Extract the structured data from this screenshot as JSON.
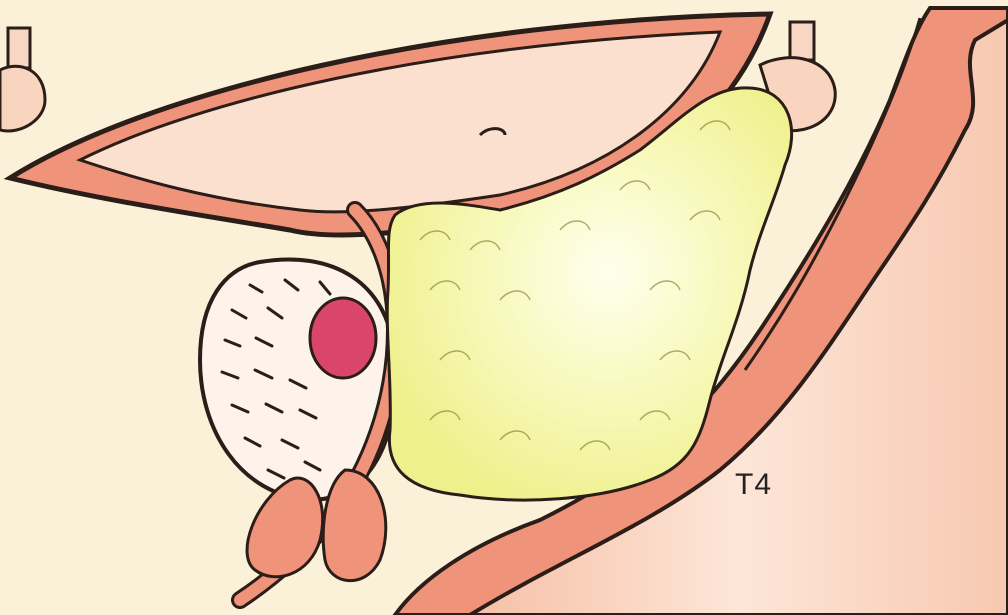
{
  "diagram": {
    "stage_label": "T4"
  },
  "colors": {
    "background": "#fbf1d9",
    "tissue_dark": "#f0937b",
    "tissue_light": "#f8cdb5",
    "bladder_lumen": "#fbe0cf",
    "tumor_fill": "#f4f6a6",
    "tumor_core": "#ffffe8",
    "nodule": "#d9456b",
    "outline": "#2b1d18"
  },
  "icons": {
    "bladder": "bladder-illustration",
    "prostate": "prostate-illustration",
    "tumor": "tumor-illustration",
    "rectum": "rectum-illustration",
    "urethra": "urethra-illustration"
  }
}
